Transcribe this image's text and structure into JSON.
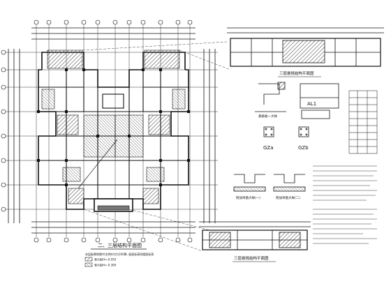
{
  "plan": {
    "title": "二、三层结构平面图",
    "note_line": "本层板厚除图中注明外均为100厚, 板面标高同楼面标高",
    "legend": [
      {
        "label": "表示板H=-0.050"
      },
      {
        "label": "表示板H=-0.300"
      }
    ]
  },
  "details": {
    "top_title": "三层悬挑结构平面图",
    "bottom_title": "三层悬挑结构平面图",
    "al1_label": "AL1",
    "gz_a": "GZa",
    "gz_b": "GZb",
    "beam_1": "附加吊筋大样(一)",
    "beam_2": "附加吊筋大样(二)",
    "section_1": "悬挑板一大样"
  },
  "colors": {
    "line": "#111111",
    "hatch": "#8a8a8a",
    "axis": "#333333"
  }
}
